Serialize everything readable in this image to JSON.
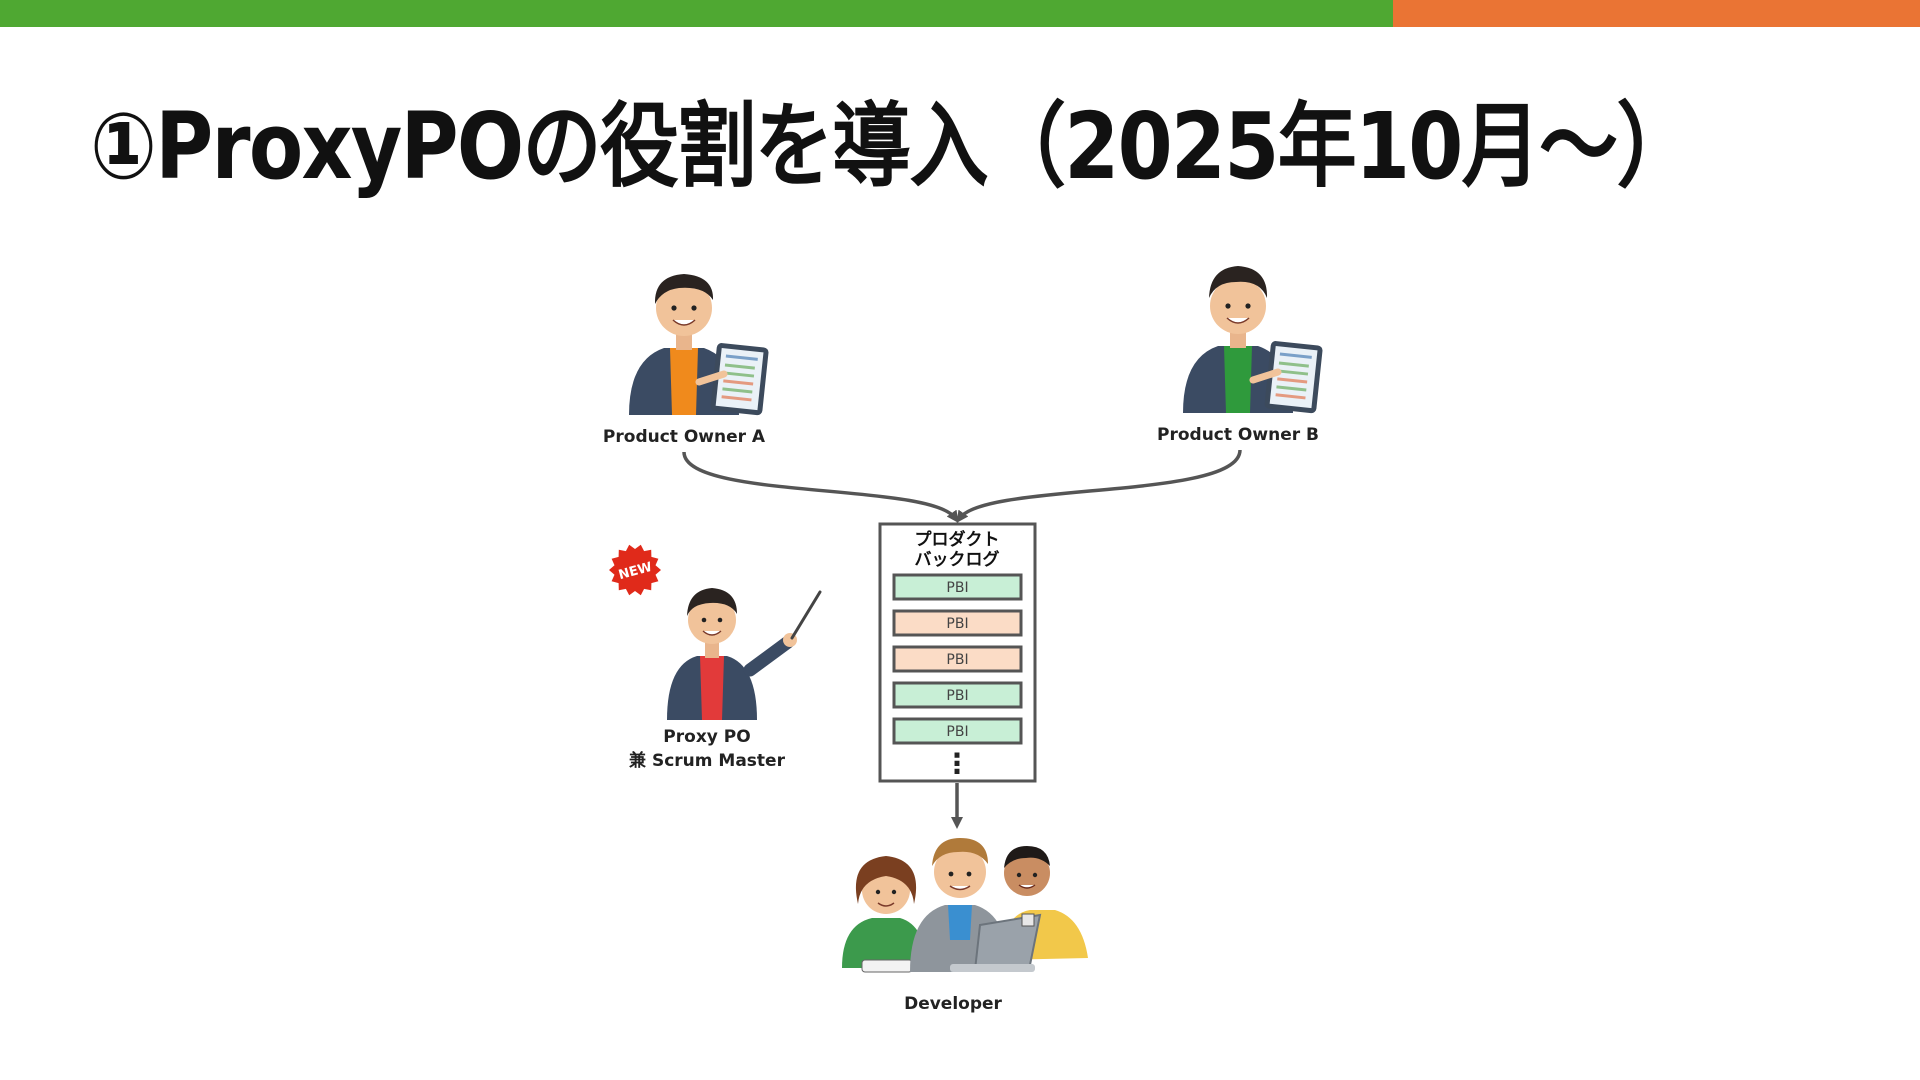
{
  "slide": {
    "title": "①ProxyPOの役割を導入（2025年10月～）",
    "colors": {
      "accent_green": "#4fa832",
      "accent_orange": "#ea7434"
    }
  },
  "diagram": {
    "owner_a": {
      "label": "Product Owner A",
      "shirt_color": "#f08a1c"
    },
    "owner_b": {
      "label": "Product Owner B",
      "shirt_color": "#2f9a3c"
    },
    "badge": {
      "text": "NEW",
      "color": "#e02a1a"
    },
    "proxy_po": {
      "line1": "Proxy PO",
      "line2": "兼 Scrum Master",
      "shirt_color": "#e23a3a"
    },
    "backlog": {
      "title_line1": "プロダクト",
      "title_line2": "バックログ",
      "items": [
        {
          "label": "PBI",
          "color": "green"
        },
        {
          "label": "PBI",
          "color": "orange"
        },
        {
          "label": "PBI",
          "color": "orange"
        },
        {
          "label": "PBI",
          "color": "green"
        },
        {
          "label": "PBI",
          "color": "green"
        }
      ],
      "more": "⋮"
    },
    "developer": {
      "label": "Developer"
    }
  }
}
